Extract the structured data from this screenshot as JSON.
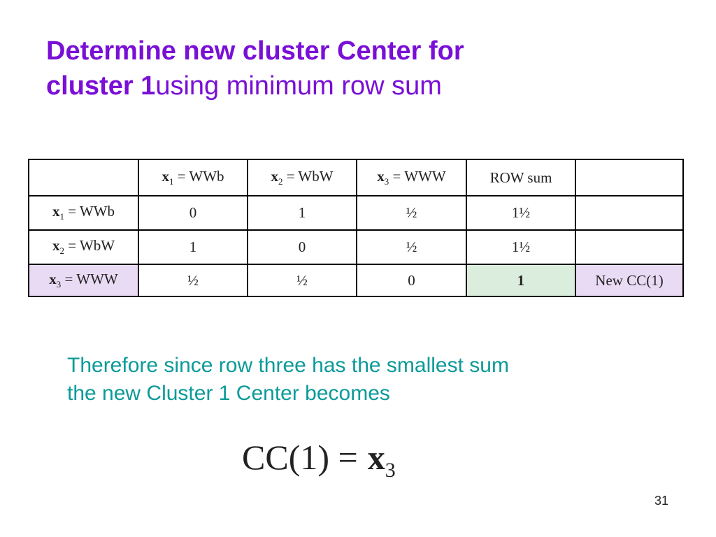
{
  "title": {
    "line1": "Determine new cluster Center for",
    "line2_bold": "cluster 1",
    "line2_normal": "using minimum row sum"
  },
  "table": {
    "header": {
      "col1": {
        "var": "x",
        "sub": "1",
        "text": " = WWb"
      },
      "col2": {
        "var": "x",
        "sub": "2",
        "text": " = WbW"
      },
      "col3": {
        "var": "x",
        "sub": "3",
        "text": " = WWW"
      },
      "col4": "ROW sum",
      "col5": ""
    },
    "rows": [
      {
        "label": {
          "var": "x",
          "sub": "1",
          "text": " = WWb"
        },
        "c1": "0",
        "c2": "1",
        "c3": "½",
        "sum": "1½",
        "note": ""
      },
      {
        "label": {
          "var": "x",
          "sub": "2",
          "text": " = WbW"
        },
        "c1": "1",
        "c2": "0",
        "c3": "½",
        "sum": "1½",
        "note": ""
      },
      {
        "label": {
          "var": "x",
          "sub": "3",
          "text": " = WWW"
        },
        "c1": "½",
        "c2": "½",
        "c3": "0",
        "sum": "1",
        "note": "New CC(1)"
      }
    ],
    "colors": {
      "highlight_row": "#eadbf5",
      "min_sum": "#dbeedd"
    }
  },
  "conclusion": {
    "line1": "Therefore since row three has the smallest sum",
    "line2": "the new Cluster 1 Center becomes"
  },
  "formula": {
    "lhs": "CC(1) =",
    "var": "x",
    "sub": "3"
  },
  "page_number": "31"
}
